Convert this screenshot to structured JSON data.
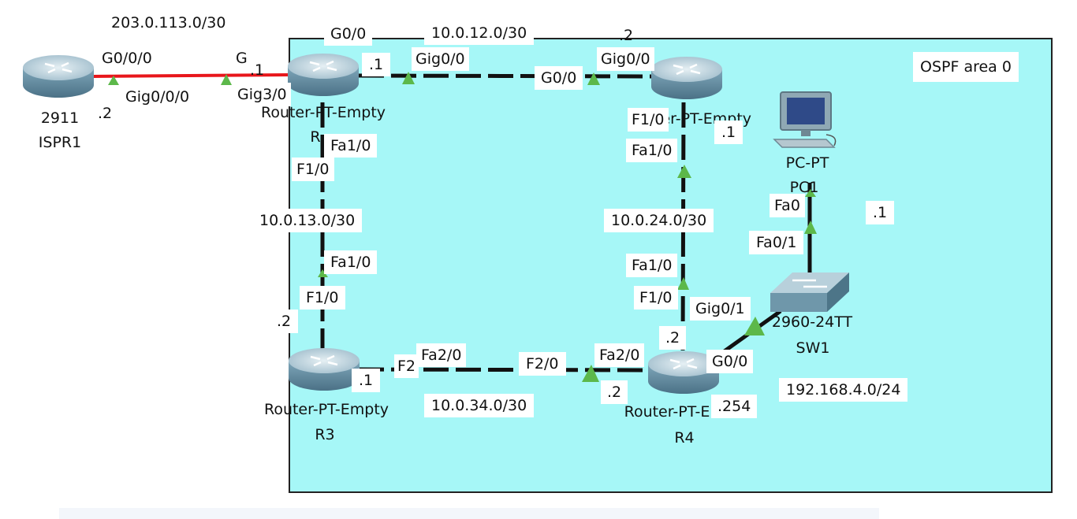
{
  "area": {
    "label": "OSPF area 0",
    "fill": "#a6f7f7"
  },
  "devices": {
    "ispr1": {
      "model": "2911",
      "name": "ISPR1"
    },
    "r1": {
      "model": "Router-PT-Empty",
      "name": "R"
    },
    "r2": {
      "model": "Router-PT-Empty",
      "name": ""
    },
    "r3": {
      "model": "Router-PT-Empty",
      "name": "R3"
    },
    "r4": {
      "model": "Router-PT-E",
      "name": "R4"
    },
    "sw1": {
      "model": "2960-24TT",
      "name": "SW1"
    },
    "pc1": {
      "model": "PC-PT",
      "name": "PC1"
    }
  },
  "labels": {
    "net_wan": "203.0.113.0/30",
    "isp_g000": "G0/0/0",
    "isp_gig000": "Gig0/0/0",
    "isp_dot2": ".2",
    "r1_g": "G",
    "r1_dot1_wan": ".1",
    "r1_gig30": "Gig3/0",
    "r1_g00": "G0/0",
    "r1_dot1_12": ".1",
    "r1_gig00": "Gig0/0",
    "net_12": "10.0.12.0/30",
    "r2_dot2": ".2",
    "r2_gig00": "Gig0/0",
    "r2_g00": "G0/0",
    "r1_fa10": "Fa1/0",
    "r1_f10": "F1/0",
    "net_13": "10.0.13.0/30",
    "r3_fa10": "Fa1/0",
    "r3_f10": "F1/0",
    "r3_dot2": ".2",
    "r2_f10": "F1/0",
    "r2_fa10": "Fa1/0",
    "r2_dot1": ".1",
    "net_24": "10.0.24.0/30",
    "r4_fa10": "Fa1/0",
    "r4_f10": "F1/0",
    "r4_dot2": ".2",
    "r3_dot1": ".1",
    "r3_f2": "F2",
    "r3_fa20": "Fa2/0",
    "r4_f20": "F2/0",
    "r4_fa20": "Fa2/0",
    "r4_dot2b": ".2",
    "net_34": "10.0.34.0/30",
    "sw_gig01": "Gig0/1",
    "r4_g00": "G0/0",
    "r4_dot254": ".254",
    "net_lan": "192.168.4.0/24",
    "pc_fa0": "Fa0",
    "sw_fa01": "Fa0/1",
    "pc_dot1": ".1"
  },
  "colors": {
    "wan_link": "#e8161b",
    "ospf_link": "#111111",
    "up_marker": "#5cb84a",
    "router_top": "#c9dde6",
    "router_side": "#6d95a8"
  }
}
